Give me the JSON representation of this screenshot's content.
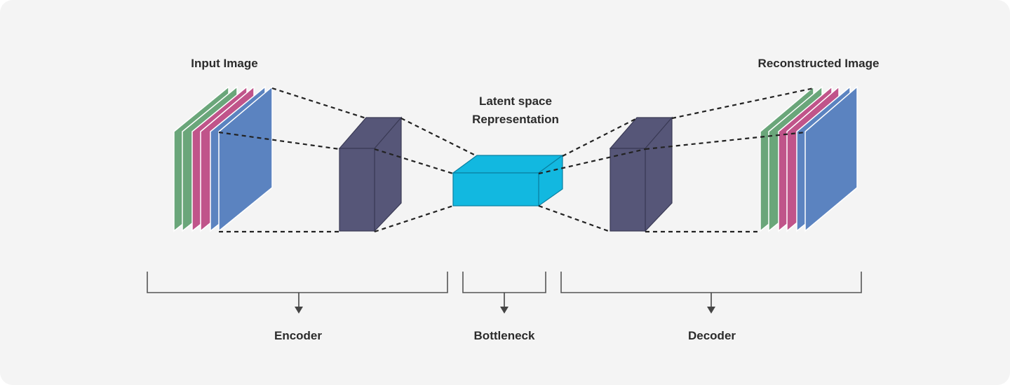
{
  "labels": {
    "input_image": "Input Image",
    "latent_line1": "Latent space",
    "latent_line2": "Representation",
    "reconstructed_image": "Reconstructed Image",
    "encoder": "Encoder",
    "bottleneck": "Bottleneck",
    "decoder": "Decoder"
  },
  "colors": {
    "background": "#f4f4f4",
    "green_channel": "#6aa67a",
    "pink_channel": "#c0548a",
    "blue_channel": "#5b83c0",
    "conv_block": "#565678",
    "latent_block": "#12b8e0",
    "dashed_lines": "#222222",
    "label_text": "#2b2b2b"
  }
}
